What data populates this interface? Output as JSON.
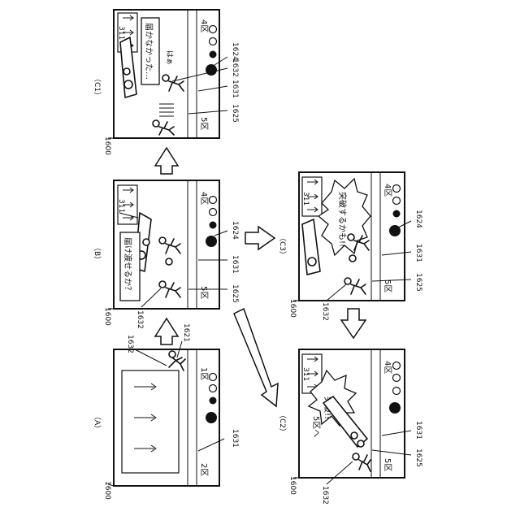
{
  "panels": {
    "A": {
      "caption": "（A）",
      "zone_top": "1区",
      "zone_bottom": "2区"
    },
    "B": {
      "caption": "（B）",
      "zone_top": "4区",
      "zone_bottom": "5区",
      "balloon": "届け渡せるか？"
    },
    "C1": {
      "caption": "（C1）",
      "zone_top": "4区",
      "zone_bottom": "5区",
      "balloon": "届かなかった…",
      "speech": "はぁ"
    },
    "C2": {
      "caption": "（C2）",
      "zone_top": "4区",
      "zone_bottom": "5区",
      "burst_line1": "突破!!",
      "burst_line2": "5区へ"
    },
    "C3": {
      "caption": "（C3）",
      "zone_top": "4区",
      "zone_bottom": "5区",
      "burst": "突破するかも!!"
    }
  },
  "refs": {
    "r1600": "1600",
    "r311": "311",
    "r1621": "1621",
    "r1624": "1624",
    "r1625": "1625",
    "r1631": "1631",
    "r1632": "1632"
  }
}
